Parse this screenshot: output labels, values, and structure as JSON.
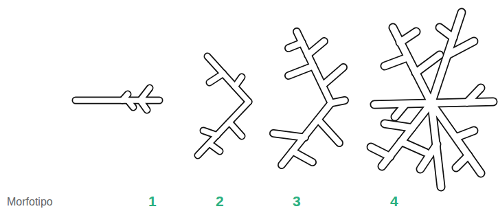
{
  "diagram": {
    "labels": [
      "Morfotipo",
      "1",
      "2",
      "3",
      "4"
    ]
  }
}
